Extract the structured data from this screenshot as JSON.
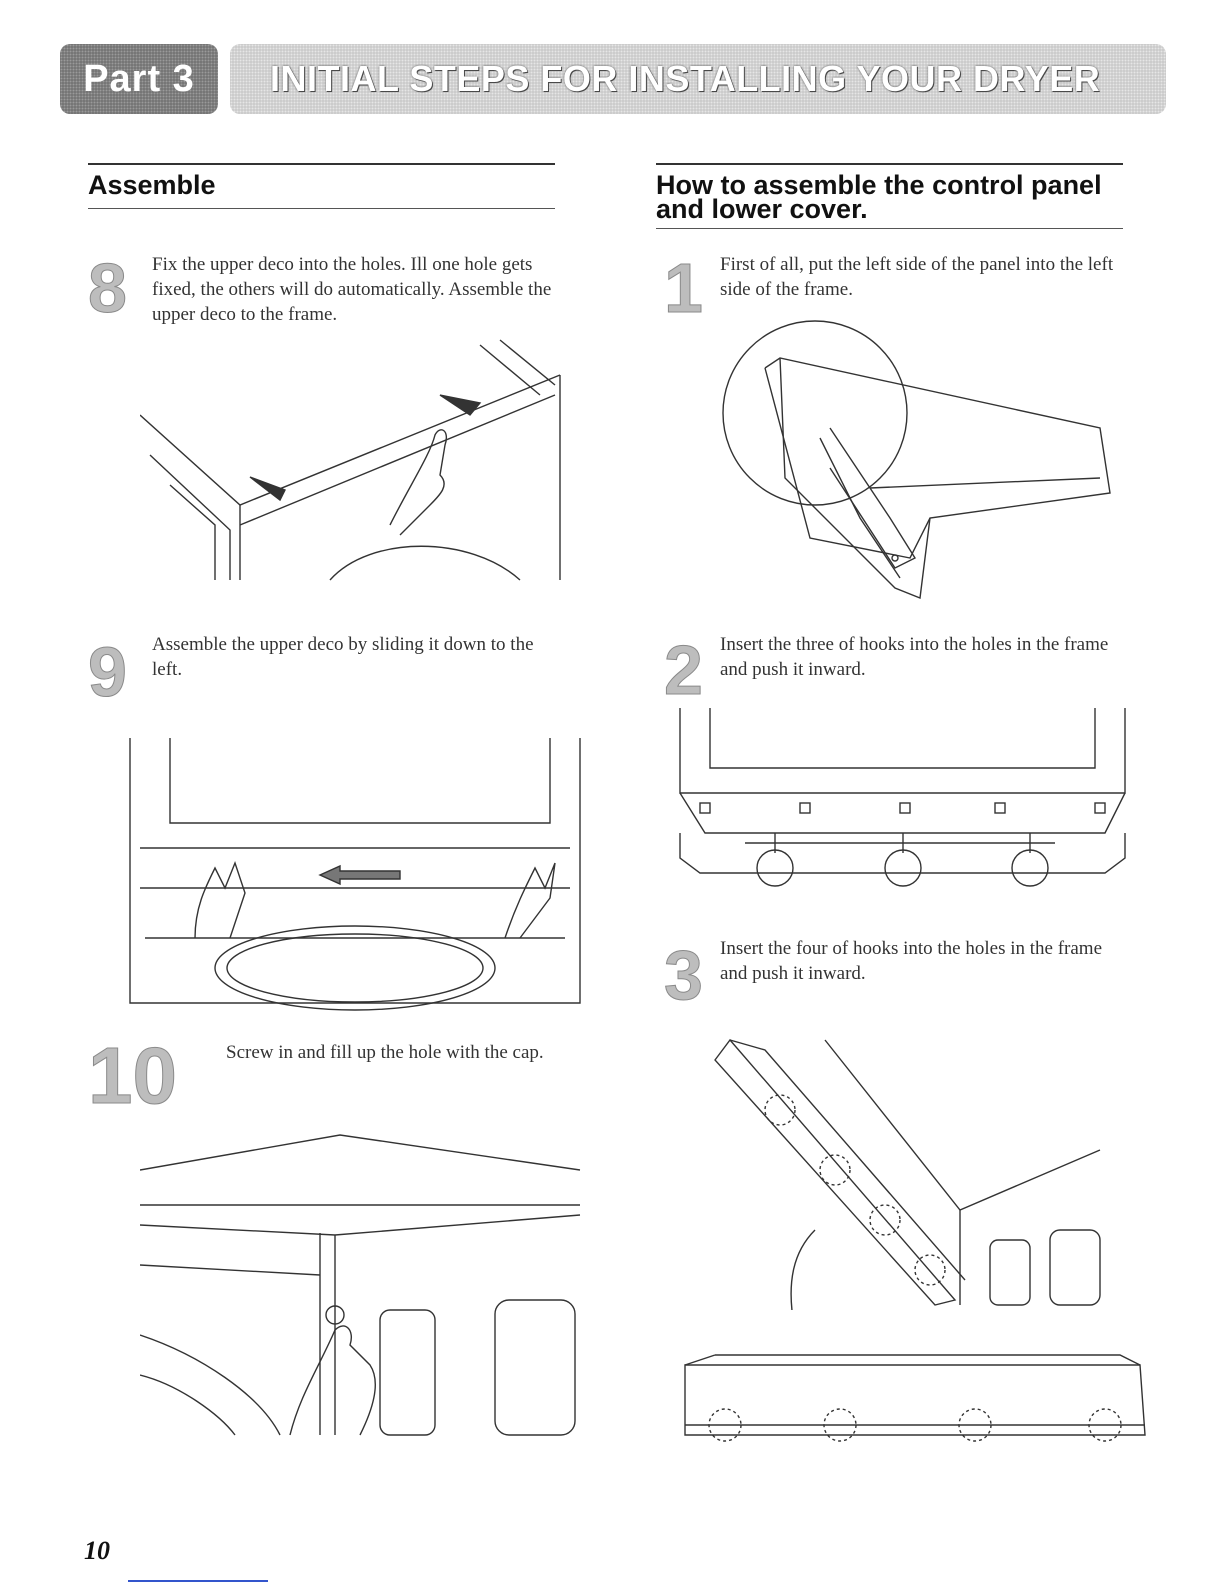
{
  "header": {
    "part_label": "Part 3",
    "title": "INITIAL STEPS FOR INSTALLING YOUR DRYER"
  },
  "left": {
    "heading": "Assemble",
    "steps": [
      {
        "number": "8",
        "text": "Fix the upper deco into the holes. Ill one hole gets fixed, the others will do automatically. Assemble the upper deco to the frame."
      },
      {
        "number": "9",
        "text": "Assemble the upper deco by sliding it down to the left."
      },
      {
        "number": "10",
        "text": "Screw in and fill up the hole with the cap."
      }
    ]
  },
  "right": {
    "heading_line1": "How to assemble the control panel",
    "heading_line2": "and lower cover.",
    "steps": [
      {
        "number": "1",
        "text": "First of all, put the left side of the panel into the left side of the frame."
      },
      {
        "number": "2",
        "text": "Insert the three of hooks into the holes in the frame and push it inward."
      },
      {
        "number": "3",
        "text": "Insert the four of hooks into the holes in the frame and push it inward."
      }
    ]
  },
  "footer": {
    "page_number": "10"
  }
}
